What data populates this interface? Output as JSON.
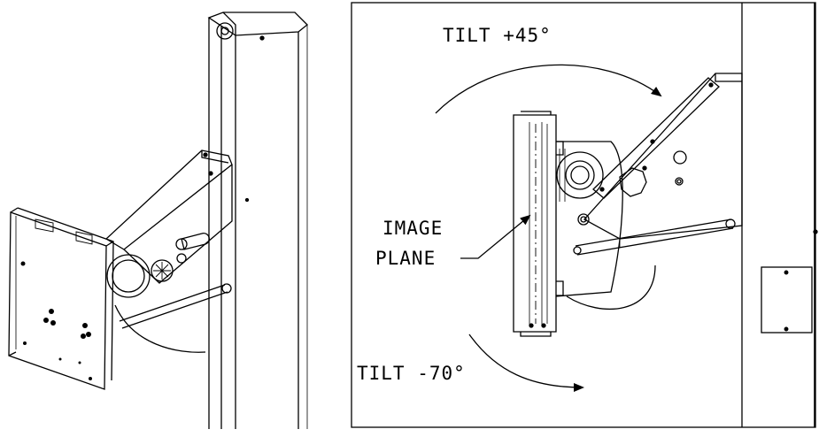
{
  "labels": {
    "tilt_up": "TILT +45°",
    "tilt_down": "TILT -70°",
    "image_plane_line1": "IMAGE",
    "image_plane_line2": "PLANE"
  },
  "colors": {
    "line": "#000000",
    "background": "#ffffff"
  }
}
